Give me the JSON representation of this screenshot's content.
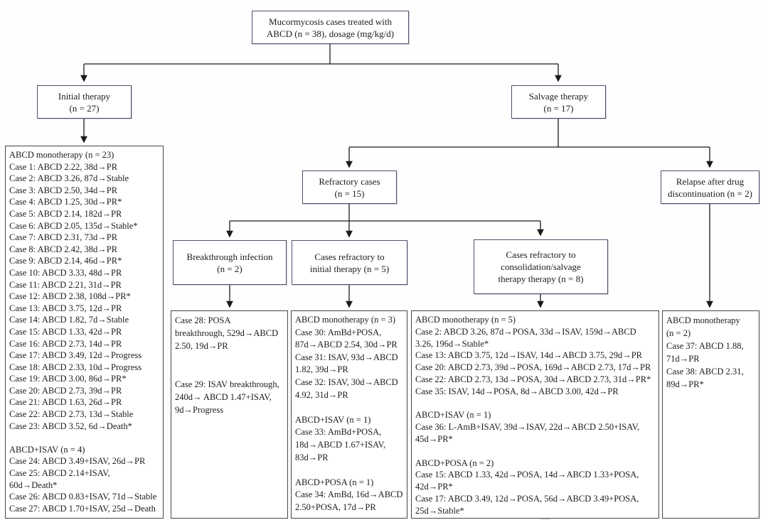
{
  "figure": {
    "title": "Mucormycosis ABCD treatment flowchart"
  },
  "colors": {
    "header_border": "#50506a",
    "content_border": "#46464a",
    "line_color": "#1a1a1a",
    "watermark": "#d2d2d2",
    "text": "#1c1c1c",
    "background": "#fefefe"
  },
  "nodes": {
    "root": {
      "lines": [
        "Mucormycosis cases treated with",
        "ABCD (n = 38), dosage (mg/kg/d)"
      ]
    },
    "initial_therapy": {
      "lines": [
        "Initial therapy",
        "(n = 27)"
      ]
    },
    "salvage_therapy": {
      "lines": [
        "Salvage therapy",
        "(n = 17)"
      ]
    },
    "refractory_cases": {
      "lines": [
        "Refractory cases",
        "(n = 15)"
      ]
    },
    "relapse": {
      "lines": [
        "Relapse after drug",
        "discontinuation (n = 2)"
      ]
    },
    "breakthrough": {
      "lines": [
        "Breakthrough infection",
        "(n = 2)"
      ]
    },
    "refractory_initial": {
      "lines": [
        "Cases refractory to",
        "initial therapy (n = 5)"
      ]
    },
    "refractory_consolidation": {
      "lines": [
        "Cases refractory to",
        "consolidation/salvage",
        "therapy therapy (n = 8)"
      ]
    }
  },
  "content": {
    "initial_therapy_cases": {
      "lines": [
        "ABCD monotherapy (n = 23)",
        "Case 1: ABCD 2.22, 38d→PR",
        "Case 2: ABCD 3.26, 87d→Stable",
        "Case 3: ABCD 2.50, 34d→PR",
        "Case 4: ABCD 1.25, 30d→PR*",
        "Case 5: ABCD 2.14, 182d→PR",
        "Case 6: ABCD 2.05, 135d→Stable*",
        "Case 7: ABCD 2.31, 73d→PR",
        "Case 8: ABCD 2.42, 38d→PR",
        "Case 9: ABCD 2.14, 46d→PR*",
        "Case 10: ABCD 3.33, 48d→PR",
        "Case 11: ABCD 2.21, 31d→PR",
        "Case 12: ABCD 2.38, 108d→PR*",
        "Case 13: ABCD 3.75, 12d→PR",
        "Case 14: ABCD 1.82, 7d→Stable",
        "Case 15: ABCD 1.33, 42d→PR",
        "Case 16: ABCD 2.73, 14d→PR",
        "Case 17: ABCD 3.49, 12d→Progress",
        "Case 18: ABCD 2.33, 10d→Progress",
        "Case 19: ABCD 3.00, 86d→PR*",
        "Case 20: ABCD 2.73, 39d→PR",
        "Case 21: ABCD 1.63, 26d→PR",
        "Case 22: ABCD 2.73, 13d→Stable",
        "Case 23: ABCD 3.52, 6d→Death*",
        "",
        "ABCD+ISAV (n = 4)",
        "Case 24: ABCD 3.49+ISAV, 26d→PR",
        "Case 25: ABCD 2.14+ISAV,",
        "60d→Death*",
        "Case 26: ABCD 0.83+ISAV, 71d→Stable",
        "Case 27: ABCD 1.70+ISAV, 25d→Death"
      ]
    },
    "breakthrough_cases": {
      "lines": [
        "Case 28: POSA",
        "breakthrough, 529d→ABCD",
        "2.50, 19d→PR",
        "",
        "",
        "Case 29: ISAV breakthrough,",
        "240d→ ABCD 1.47+ISAV,",
        "9d→Progress"
      ]
    },
    "refractory_initial_cases": {
      "lines": [
        "ABCD monotherapy (n = 3)",
        "Case 30: AmBd+POSA,",
        "87d→ABCD 2.54, 30d→PR",
        "Case 31: ISAV, 93d→ABCD",
        "1.82, 39d→PR",
        "Case 32: ISAV, 30d→ABCD",
        "4.92, 31d→PR",
        "",
        "ABCD+ISAV (n = 1)",
        "Case 33: AmBd+POSA,",
        "18d→ABCD 1.67+ISAV,",
        "83d→PR",
        "",
        "ABCD+POSA (n = 1)",
        "Case 34: AmBd, 16d→ABCD",
        "2.50+POSA, 17d→PR"
      ]
    },
    "refractory_consolidation_cases": {
      "lines": [
        "ABCD monotherapy (n = 5)",
        "Case 2: ABCD 3.26, 87d→POSA, 33d→ISAV, 159d→ABCD",
        "3.26, 196d→Stable*",
        "Case 13: ABCD 3.75, 12d→ISAV, 14d→ABCD 3.75, 29d→PR",
        "Case 20: ABCD 2.73, 39d→POSA, 169d→ABCD 2.73, 17d→PR",
        "Case 22: ABCD 2.73, 13d→POSA, 30d→ABCD 2.73, 31d→PR*",
        "Case 35: ISAV, 14d→POSA, 8d→ABCD 3.00, 42d→PR",
        "",
        "ABCD+ISAV (n = 1)",
        "Case 36: L-AmB+ISAV, 39d→ISAV, 22d→ABCD 2.50+ISAV,",
        "45d→PR*",
        "",
        "ABCD+POSA (n = 2)",
        "Case 15: ABCD 1.33, 42d→POSA, 14d→ABCD 1.33+POSA,",
        "42d→PR*",
        "Case 17: ABCD 3.49, 12d→POSA, 56d→ABCD 3.49+POSA,",
        "25d→Stable*"
      ]
    },
    "relapse_cases": {
      "lines": [
        "ABCD monotherapy",
        "(n = 2)",
        "Case 37: ABCD 1.88,",
        "71d→PR",
        "Case 38: ABCD 2.31,",
        "89d→PR*"
      ]
    }
  }
}
